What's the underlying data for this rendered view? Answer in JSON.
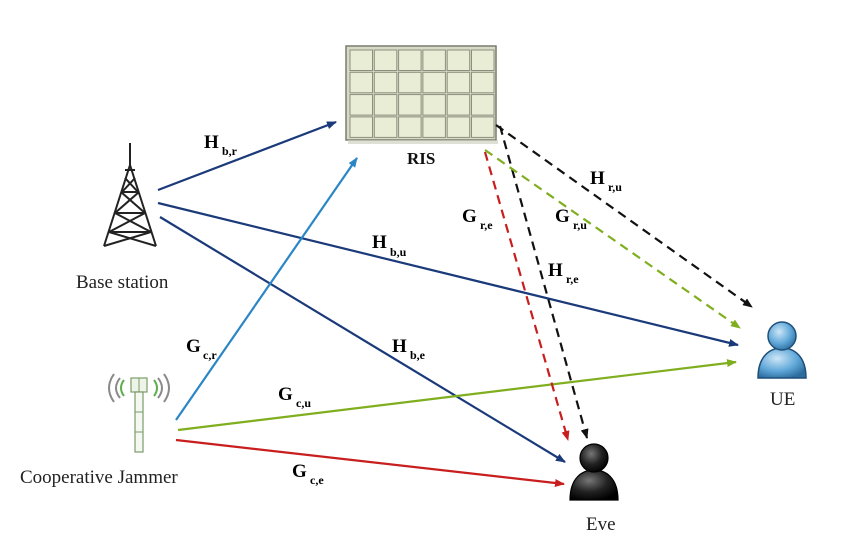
{
  "nodes": {
    "ris": "RIS",
    "base_station": "Base station",
    "jammer": "Cooperative Jammer",
    "ue": "UE",
    "eve": "Eve"
  },
  "channels": {
    "h_br": {
      "main": "H",
      "sub": "b,r"
    },
    "h_bu": {
      "main": "H",
      "sub": "b,u"
    },
    "h_be": {
      "main": "H",
      "sub": "b,e"
    },
    "h_ru": {
      "main": "H",
      "sub": "r,u"
    },
    "h_re": {
      "main": "H",
      "sub": "r,e"
    },
    "g_re": {
      "main": "G",
      "sub": "r,e"
    },
    "g_ru": {
      "main": "G",
      "sub": "r,u"
    },
    "g_cr": {
      "main": "G",
      "sub": "c,r"
    },
    "g_cu": {
      "main": "G",
      "sub": "c,u"
    },
    "g_ce": {
      "main": "G",
      "sub": "c,e"
    }
  },
  "colors": {
    "base_station_link": "#1b3a7a",
    "jammer_to_ris": "#2b86c5",
    "jammer_to_ue": "#7fae1e",
    "jammer_to_eve": "#c81e1e",
    "ris_h_link": "#111111",
    "ris_g_to_eve": "#c81e1e",
    "ris_g_to_ue": "#7fae1e"
  }
}
